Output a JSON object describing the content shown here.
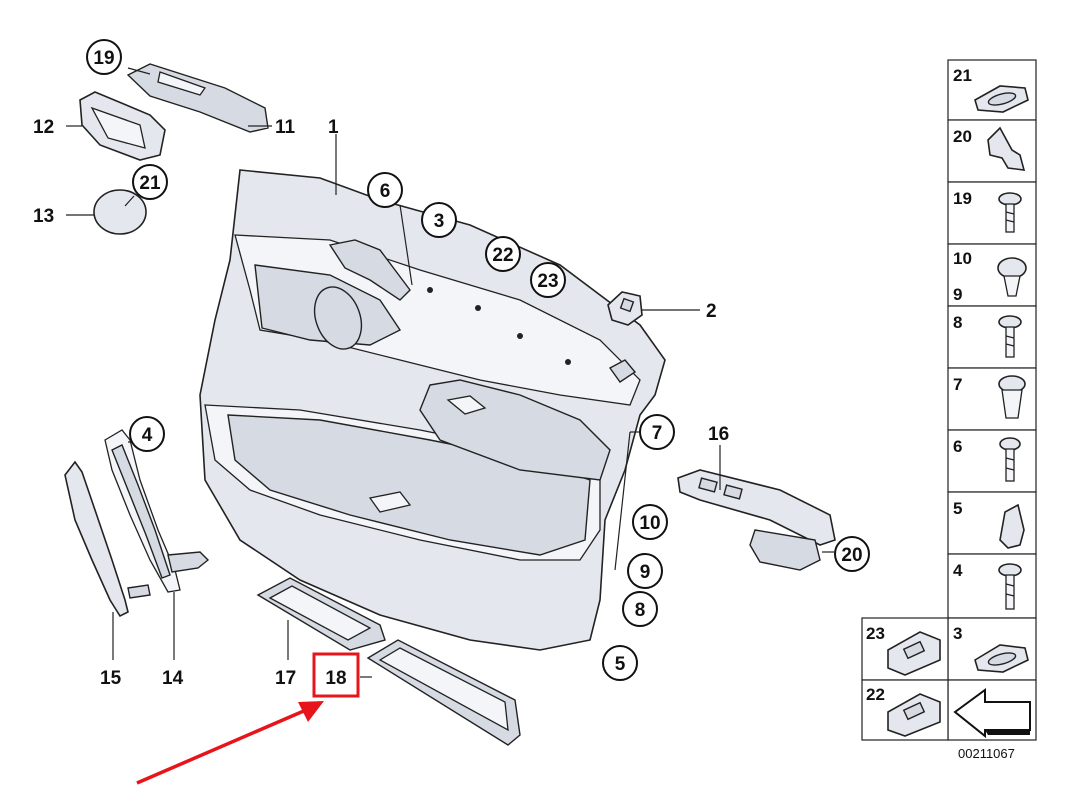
{
  "diagram": {
    "reference_number": "00211067",
    "highlight_color": "#e8141c",
    "callouts_circled": [
      "19",
      "21",
      "6",
      "3",
      "22",
      "23",
      "4",
      "7",
      "10",
      "9",
      "8",
      "5",
      "20"
    ],
    "callouts_plain": [
      "12",
      "11",
      "1",
      "13",
      "2",
      "16",
      "15",
      "14",
      "17"
    ],
    "highlighted_callout": "18",
    "hardware_table": [
      {
        "label": "21",
        "icon": "clip-oval-icon"
      },
      {
        "label": "20",
        "icon": "bracket-clip-icon"
      },
      {
        "label": "19",
        "icon": "screw-icon"
      },
      {
        "label": "10",
        "label2": "9",
        "icon": "expanding-rivet-icon"
      },
      {
        "label": "8",
        "icon": "screw-icon"
      },
      {
        "label": "7",
        "icon": "push-rivet-icon"
      },
      {
        "label": "6",
        "icon": "screw-icon"
      },
      {
        "label": "5",
        "icon": "clip-icon"
      },
      {
        "label": "4",
        "icon": "screw-icon"
      },
      {
        "label": "3",
        "icon": "clip-oval-icon"
      },
      {
        "label": "23",
        "icon": "bracket-icon"
      },
      {
        "label": "22",
        "icon": "bracket-icon"
      }
    ]
  }
}
